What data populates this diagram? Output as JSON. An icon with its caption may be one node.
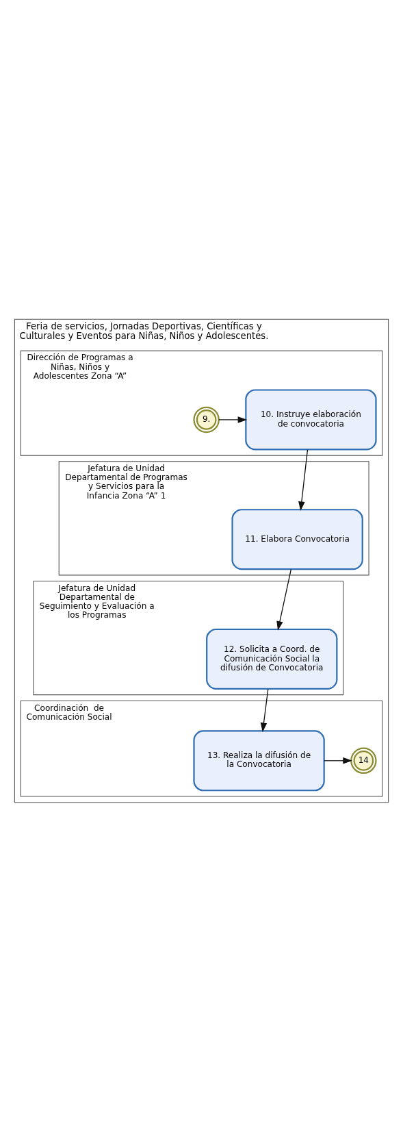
{
  "diagram": {
    "nodes": [
      {
        "text": [
          "Feria de servicios, Jornadas Deportivas, Científicas y Culturales y Eventos para Niñas, Niños y Adolescentes."
        ]
      },
      {
        "text": [
          "Dirección de Programas a Niñas, Niños y Adolescentes Zona “A”"
        ],
        "in": 0
      },
      {
        "text": [
          "9."
        ],
        "in": 1
      },
      {
        "text": [
          "10. Instruye elaboración de convocatoria"
        ],
        "in": 1
      },
      {
        "text": [
          "Jefatura de Unidad Departamental de Programas y Servicios para la Infancia Zona “A” 1"
        ],
        "in": 0
      },
      {
        "text": [
          "11. Elabora Convocatoria"
        ],
        "in": 4
      },
      {
        "text": [
          "Jefatura de Unidad Departamental de Seguimiento y Evaluación a los Programas"
        ],
        "in": 0
      },
      {
        "text": [
          "12. Solicita a Coord. de Comunicación Social la difusión de Convocatoria"
        ],
        "in": 6
      },
      {
        "text": [
          "Coordinación  de Comunicación Social"
        ],
        "in": 0
      },
      {
        "text": [
          "13. Realiza la difusión de la Convocatoria"
        ],
        "in": 8
      },
      {
        "text": [
          "14"
        ],
        "in": 8
      }
    ],
    "edges": [
      {
        "from": 2,
        "to": 3,
        "arrow": "to"
      },
      {
        "from": 3,
        "to": 5,
        "arrow": "to"
      },
      {
        "from": 5,
        "to": 7,
        "arrow": "to"
      },
      {
        "from": 7,
        "to": 9,
        "arrow": "to"
      },
      {
        "from": 9,
        "to": 10,
        "arrow": "to"
      }
    ]
  }
}
